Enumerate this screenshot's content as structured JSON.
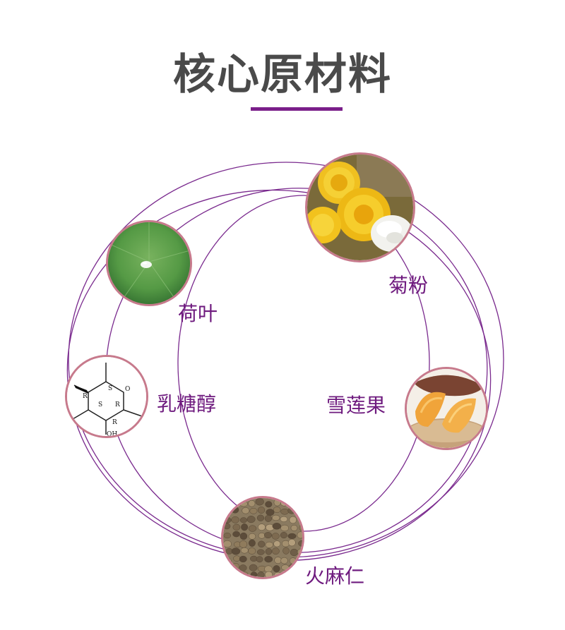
{
  "title": "核心原材料",
  "colors": {
    "title_text": "#4a4a4a",
    "accent": "#7a1f8a",
    "label_text": "#6e1a7e",
    "node_border": "#c77a8c"
  },
  "materials": [
    {
      "id": "lotus-leaf",
      "label": "荷叶",
      "image": "lotus-leaf-photo"
    },
    {
      "id": "chrysanthemum-powder",
      "label": "菊粉",
      "image": "chrysanthemum-flowers-and-powder-photo"
    },
    {
      "id": "lactitol",
      "label": "乳糖醇",
      "image": "lactitol-chemical-structure"
    },
    {
      "id": "yacon",
      "label": "雪莲果",
      "image": "yacon-slices-photo"
    },
    {
      "id": "hemp-seed",
      "label": "火麻仁",
      "image": "hemp-seeds-photo"
    }
  ],
  "structure": {
    "atoms": [
      "S",
      "O",
      "R",
      "S",
      "R",
      "R",
      "OH"
    ]
  }
}
